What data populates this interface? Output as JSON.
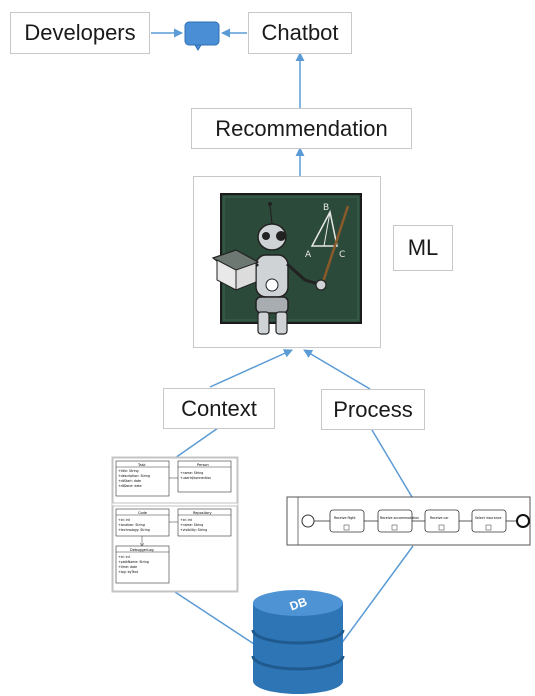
{
  "nodes": {
    "developers": "Developers",
    "chatbot": "Chatbot",
    "recommendation": "Recommendation",
    "ml": "ML",
    "context": "Context",
    "process": "Process",
    "db": "DB"
  },
  "chalkboard": {
    "triangle_vertices": [
      "B",
      "A",
      "C"
    ]
  },
  "uml_diagram": {
    "classes": [
      {
        "name": "Task",
        "fields": [
          "+title: String",
          "+description: String",
          "+dtStart: date",
          "+dtDone: date"
        ]
      },
      {
        "name": "Person",
        "fields": [
          "+name: String",
          "+userId/connection"
        ]
      },
      {
        "name": "Code",
        "fields": [
          "+id: Int",
          "+location: String",
          "+technology: String"
        ]
      },
      {
        "name": "Repository",
        "fields": [
          "+id: Int",
          "+name: String",
          "+visibility: String"
        ]
      },
      {
        "name": "DebuggerLog",
        "fields": [
          "+id: int",
          "+pathName: String",
          "+time: date",
          "+log: byText"
        ]
      }
    ]
  },
  "bpmn_diagram": {
    "tasks": [
      "Receive flight",
      "Receive accommodation",
      "Receive car",
      "Select insurance"
    ]
  },
  "colors": {
    "arrow": "#5b9bd5",
    "chat_bubble": "#4a8fd6",
    "db": "#2e75b6",
    "chalkboard": "#2c4a3a"
  }
}
